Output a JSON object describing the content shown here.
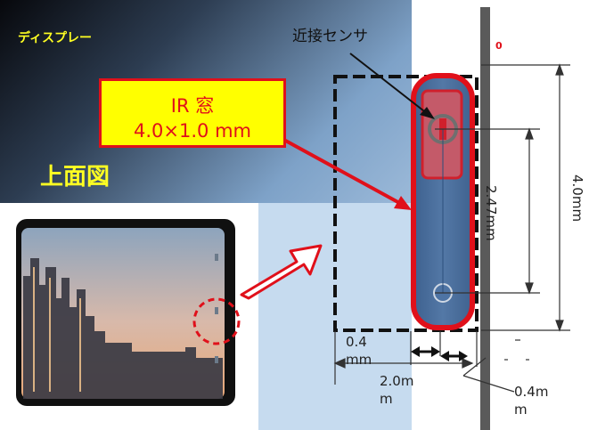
{
  "labels": {
    "display": "ディスプレー",
    "top_view": "上面図",
    "ir_window_title": "IR 窓",
    "ir_window_size": "4.0×1.0 mm",
    "proximity_sensor": "近接センサ",
    "zero": "0"
  },
  "dimensions": {
    "height_total": "4.0mm",
    "sensor_span": "2.47mm",
    "gap_left": "0.4mm",
    "width_total": "2.0mm",
    "gap_right": "0.4mm"
  },
  "colors": {
    "accent_red": "#e0101a",
    "callout_fill": "#ffff00",
    "label_yellow": "#ffff22",
    "sensor_body": "#4a6e9a",
    "frame_bar": "#5a5a5a"
  },
  "icons": {
    "pointer_arrow": "hollow-right-arrow",
    "phone_highlight": "dashed-circle"
  }
}
